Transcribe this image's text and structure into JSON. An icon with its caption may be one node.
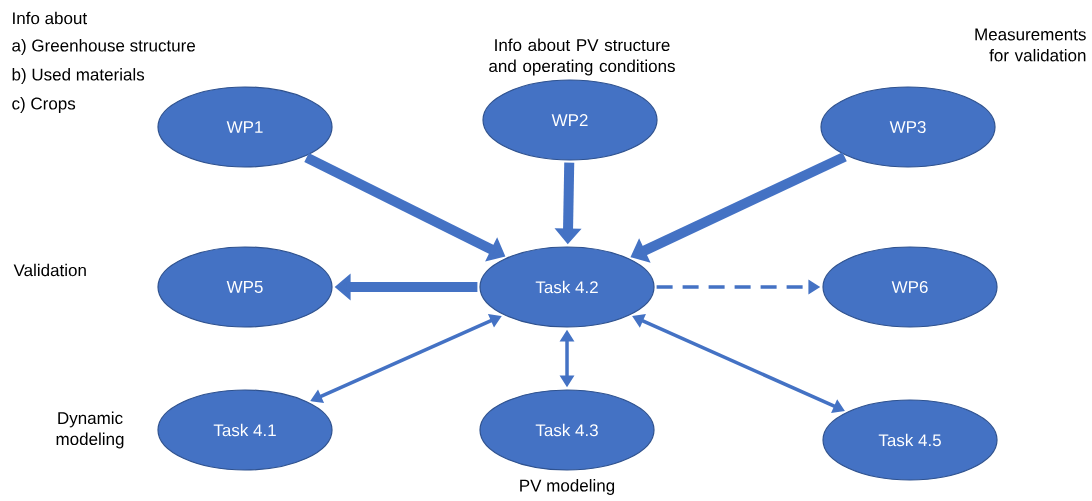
{
  "diagram": {
    "nodes": [
      {
        "text": [
          "WP1"
        ],
        "beside": [
          "Info about",
          "a)   Greenhouse structure",
          "b)   Used materials",
          "c)   Crops"
        ]
      },
      {
        "text": [
          "WP2"
        ],
        "beside": [
          "Info about PV structure and operating conditions"
        ]
      },
      {
        "text": [
          "WP3"
        ],
        "beside": [
          "Measurements for validation"
        ]
      },
      {
        "text": [
          "WP5"
        ]
      },
      {
        "text": [
          "Task 4.2"
        ]
      },
      {
        "text": [
          "WP6"
        ]
      },
      {
        "text": [
          "Task 4.1"
        ],
        "beside": [
          "Dynamic modeling"
        ]
      },
      {
        "text": [
          "Task 4.3"
        ],
        "beside": [
          "PV modeling"
        ]
      },
      {
        "text": [
          "Task 4.5"
        ]
      }
    ],
    "edges": [
      {
        "from": 0,
        "to": 4,
        "arrow": "to",
        "style": "thick"
      },
      {
        "from": 1,
        "to": 4,
        "arrow": "to",
        "style": "thick"
      },
      {
        "from": 2,
        "to": 4,
        "arrow": "to",
        "style": "thick"
      },
      {
        "from": 4,
        "to": 3,
        "arrow": "to",
        "style": "thick"
      },
      {
        "from": 4,
        "to": 5,
        "arrow": "to",
        "style": "dashed"
      },
      {
        "from": 4,
        "to": 6,
        "arrow": "both"
      },
      {
        "from": 4,
        "to": 7,
        "arrow": "both"
      },
      {
        "from": 4,
        "to": 8,
        "arrow": "both"
      }
    ],
    "labels": [
      "Validation"
    ]
  }
}
